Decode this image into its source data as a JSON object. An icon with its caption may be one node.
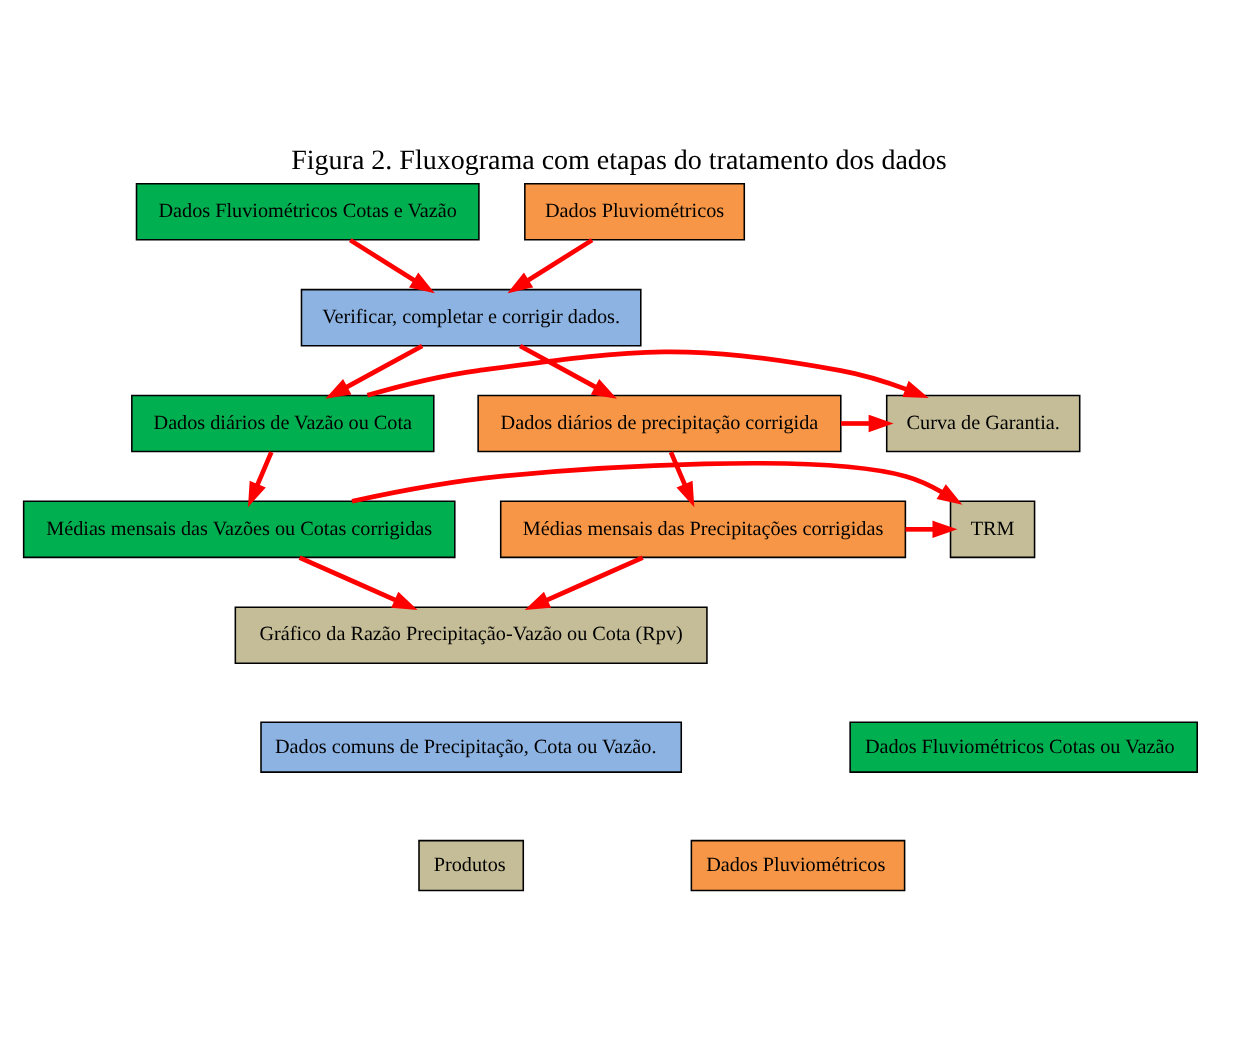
{
  "diagram": {
    "title": "Figura 2. Fluxograma com etapas do tratamento dos dados",
    "nodes": [
      {
        "text": [
          "Dados Fluviométricos Cotas e Vazão"
        ]
      },
      {
        "text": [
          "Dados Pluviométricos"
        ]
      },
      {
        "text": [
          "Verificar, completar e corrigir dados."
        ]
      },
      {
        "text": [
          "Dados diários de Vazão ou Cota"
        ]
      },
      {
        "text": [
          "Curva de Garantia."
        ]
      },
      {
        "text": [
          "Dados diários de precipitação corrigida"
        ]
      },
      {
        "text": [
          "Médias mensais das Vazões ou Cotas corrigidas"
        ]
      },
      {
        "text": [
          "TRM"
        ]
      },
      {
        "text": [
          "Médias mensais das Precipitações corrigidas"
        ]
      },
      {
        "text": [
          "Gráfico da Razão Precipitação-Vazão ou Cota (Rpv)"
        ]
      }
    ],
    "edges": [
      {
        "from": 0,
        "to": 2,
        "arrow": "to"
      },
      {
        "from": 1,
        "to": 2,
        "arrow": "to"
      },
      {
        "from": 2,
        "to": 3,
        "arrow": "to"
      },
      {
        "from": 2,
        "to": 5,
        "arrow": "to"
      },
      {
        "from": 3,
        "to": 4,
        "arrow": "to"
      },
      {
        "from": 5,
        "to": 4,
        "arrow": "to"
      },
      {
        "from": 3,
        "to": 6,
        "arrow": "to"
      },
      {
        "from": 5,
        "to": 8,
        "arrow": "to"
      },
      {
        "from": 6,
        "to": 7,
        "arrow": "to"
      },
      {
        "from": 8,
        "to": 7,
        "arrow": "to"
      },
      {
        "from": 6,
        "to": 9,
        "arrow": "to"
      },
      {
        "from": 8,
        "to": 9,
        "arrow": "to"
      }
    ],
    "legend": [
      {
        "text": "Dados comuns de Precipitação, Cota ou Vazão.",
        "color": "#8db3e2"
      },
      {
        "text": "Dados Fluviométricos Cotas ou Vazão",
        "color": "#00b050"
      },
      {
        "text": "Produtos",
        "color": "#c4bd97"
      },
      {
        "text": "Dados Pluviométricos",
        "color": "#f79646"
      }
    ]
  }
}
